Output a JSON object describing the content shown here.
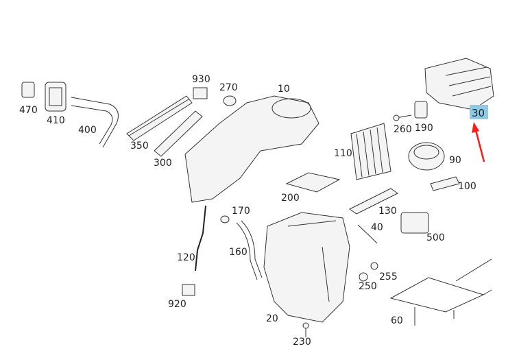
{
  "diagram": {
    "highlight_color": "#8ecae6",
    "arrow_color": "#ff1a1a",
    "highlighted_part": "30",
    "labels": [
      "470",
      "410",
      "400",
      "350",
      "300",
      "930",
      "270",
      "10",
      "110",
      "260",
      "190",
      "30",
      "90",
      "100",
      "200",
      "130",
      "170",
      "40",
      "500",
      "160",
      "120",
      "255",
      "250",
      "920",
      "20",
      "60",
      "230"
    ]
  }
}
